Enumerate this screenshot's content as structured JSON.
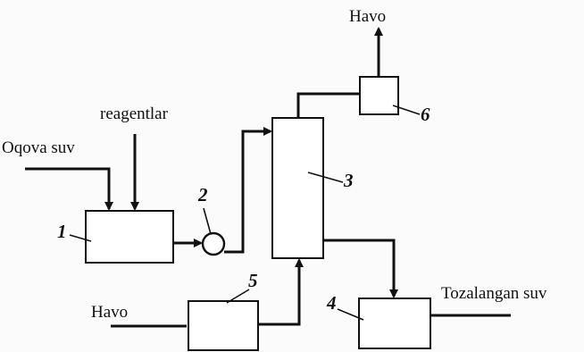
{
  "diagram": {
    "labels": {
      "wastewater_in": "Oqova suv",
      "reagents": "reagentlar",
      "air_top": "Havo",
      "air_bottom": "Havo",
      "treated_water": "Tozalangan suv"
    },
    "units": {
      "u1": "1",
      "u2": "2",
      "u3": "3",
      "u4": "4",
      "u5": "5",
      "u6": "6"
    }
  }
}
